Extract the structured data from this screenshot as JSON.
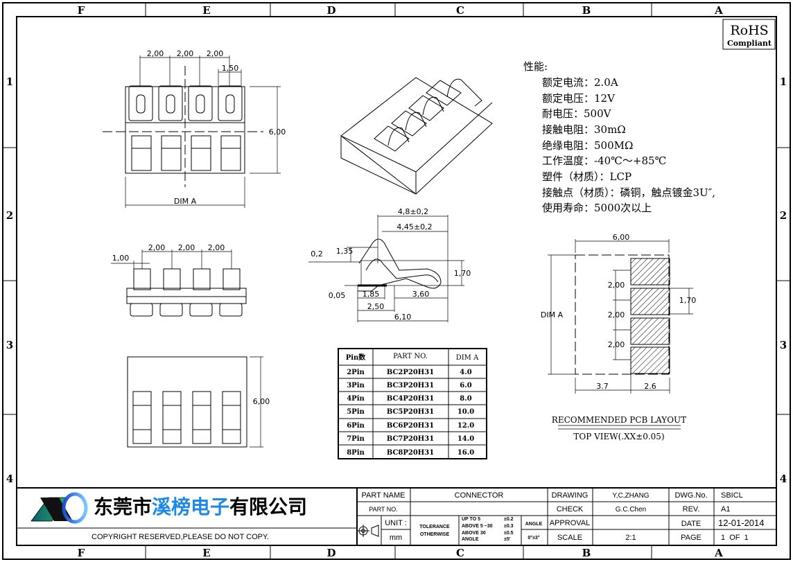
{
  "zones": {
    "columns": [
      "F",
      "E",
      "D",
      "C",
      "B",
      "A"
    ],
    "rows": [
      "1",
      "2",
      "3",
      "4"
    ]
  },
  "rohs": {
    "title": "RoHS",
    "subtitle": "Compliant"
  },
  "specs": {
    "heading": "性能:",
    "items": [
      "额定电流：2.0A",
      "额定电压：12V",
      "耐电压：500V",
      "接触电阻：30mΩ",
      "绝缘电阻：500MΩ",
      "工作温度：-40℃～+85℃",
      "塑件（材质）：LCP",
      "接触点（材质）：磷铜，触点镀金3U″,",
      "使用寿命：5000次以上"
    ]
  },
  "top_view": {
    "pitch1": "2,00",
    "pitch2": "2,00",
    "pitch3": "2,00",
    "pin_width": "1,50",
    "height": "6,00",
    "width": "DIM A"
  },
  "front_view": {
    "offset": "1,00",
    "pitch1": "2,00",
    "pitch2": "2,00",
    "pitch3": "2,00"
  },
  "bottom_view": {
    "height": "6,00"
  },
  "contact_view": {
    "d1": "4,8±0,2",
    "d2": "4,45±0,2",
    "d3": "1,35",
    "d4": "0,2",
    "d5": "1,70",
    "d6": "0,05",
    "d7": "1,85",
    "d8": "3,60",
    "d9": "2,50",
    "d10": "6,10"
  },
  "pin_table": {
    "headers": [
      "Pin数",
      "PART NO.",
      "DIM A"
    ],
    "rows": [
      [
        "2Pin",
        "BC2P20H31",
        "4.0"
      ],
      [
        "3Pin",
        "BC3P20H31",
        "6.0"
      ],
      [
        "4Pin",
        "BC4P20H31",
        "8.0"
      ],
      [
        "5Pin",
        "BC5P20H31",
        "10.0"
      ],
      [
        "6Pin",
        "BC6P20H31",
        "12.0"
      ],
      [
        "7Pin",
        "BC7P20H31",
        "14.0"
      ],
      [
        "8Pin",
        "BC8P20H31",
        "16.0"
      ]
    ]
  },
  "pcb_layout": {
    "width": "6,00",
    "pitch1": "2,00",
    "pitch2": "2,00",
    "pitch3": "2,00",
    "pad": "1,70",
    "dim": "DIM A",
    "left": "3.7",
    "right": "2.6",
    "title": "RECOMMENDED PCB LAYOUT",
    "subtitle": "TOP VIEW(.XX±0.05)"
  },
  "company": {
    "name_black1": "东莞市",
    "name_blue": "溪榜电子",
    "name_black2": "有限公司",
    "copyright": "COPYRIGHT RESERVED,PLEASE DO NOT COPY.",
    "blue": "#1e88e5"
  },
  "title_block": {
    "part_name_label": "PART NAME",
    "part_name": "CONNECTOR",
    "part_no_label": "PART NO.",
    "part_no": "",
    "unit_label": "UNIT :",
    "unit": "mm",
    "tolerance_label": "TOLERANCE",
    "otherwise_label": "OTHERWISE",
    "tol1": "UP TO 5",
    "tol1v": "±0.2",
    "tol2": "ABOVE 5 ~30",
    "tol2v": "±0.3",
    "tol3": "ABOVE 30",
    "tol3v": "±0.5",
    "tol4": "ANGLE",
    "tol4v": "±5'",
    "angle_label": "ANGLE",
    "angle_value": "0°±3°",
    "drawing_label": "DRAWING",
    "drawing": "Y,C,ZHANG",
    "check_label": "CHECK",
    "check": "G.C.Chen",
    "approval_label": "APPROVAL",
    "approval": "",
    "scale_label": "SCALE",
    "scale": "2:1",
    "dwg_label": "DWG.No.",
    "dwg": "SBICL",
    "rev_label": "REV.",
    "rev": "A1",
    "date_label": "DATE",
    "date": "12-01-2014",
    "page_label": "PAGE",
    "page": "1  OF  1"
  }
}
